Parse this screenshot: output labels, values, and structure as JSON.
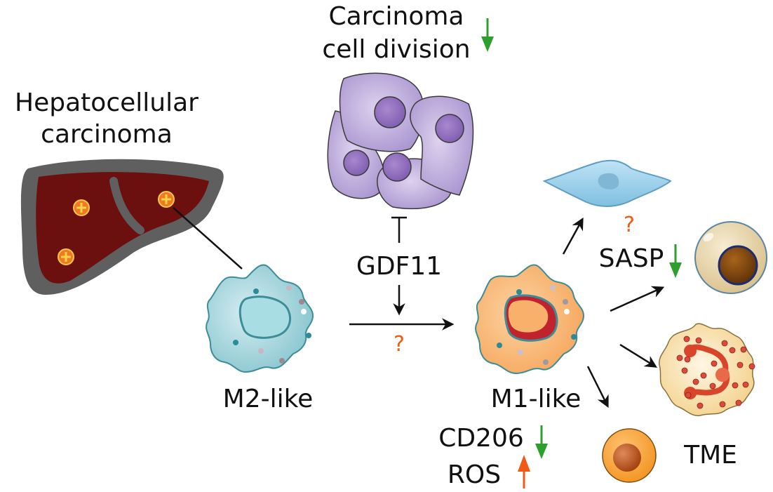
{
  "labels": {
    "hcc_line1": "Hepatocellular",
    "hcc_line2": "carcinoma",
    "division_line1": "Carcinoma",
    "division_line2": "cell division",
    "gdf11": "GDF11",
    "m2": "M2-like",
    "m1": "M1-like",
    "cd206": "CD206",
    "ros": "ROS",
    "sasp": "SASP",
    "tme": "TME",
    "unknown_mark": "?"
  },
  "regulation": {
    "carcinoma_cell_division": "down",
    "cd206": "down",
    "ros": "up",
    "sasp": "down"
  },
  "colors": {
    "down_arrow": "#2e9e2e",
    "up_arrow": "#f05a14",
    "question": "#f05a14",
    "liver_fill": "#6b0f0f",
    "liver_rim": "#606060",
    "m2_cell": "#9fd2da",
    "m1_cell": "#f8b06a",
    "carcinoma_cell": "#b7a3d6",
    "line": "#111111"
  },
  "edges": [
    {
      "from": "liver-tumor",
      "to": "m2-macrophage",
      "type": "line"
    },
    {
      "from": "m2-macrophage",
      "to": "m1-macrophage",
      "type": "arrow",
      "note": "?"
    },
    {
      "from": "gdf11",
      "to": "m2-to-m1-transition",
      "type": "arrow"
    },
    {
      "from": "gdf11",
      "to": "carcinoma-cells",
      "type": "inhibit"
    },
    {
      "from": "m1-macrophage",
      "to": "fibroblast",
      "type": "arrow"
    },
    {
      "from": "m1-macrophage",
      "to": "lymphocyte",
      "type": "arrow"
    },
    {
      "from": "m1-macrophage",
      "to": "neutrophil",
      "type": "arrow"
    },
    {
      "from": "m1-macrophage",
      "to": "tme-cell",
      "type": "arrow"
    }
  ]
}
